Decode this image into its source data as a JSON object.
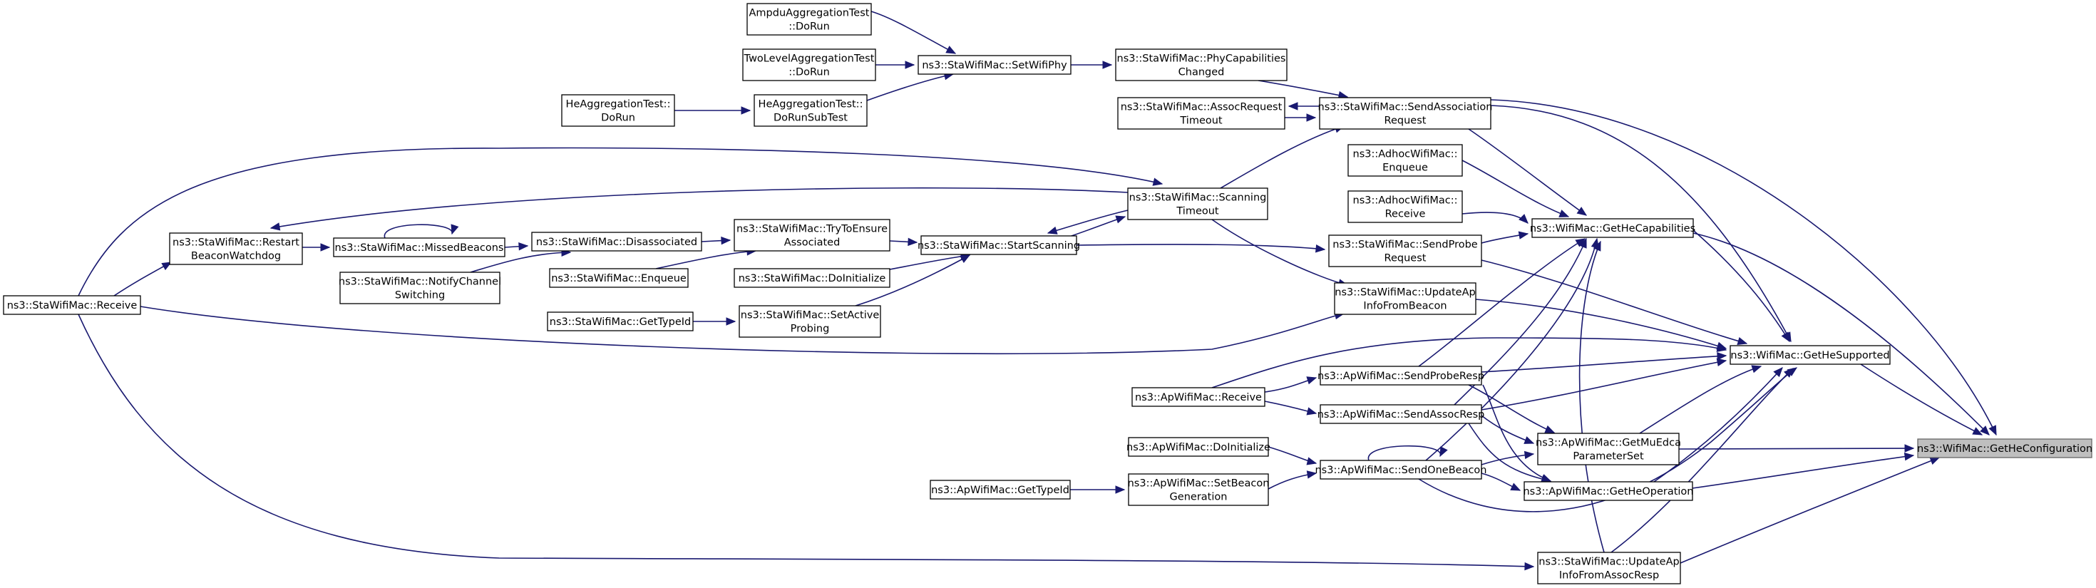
{
  "graph": {
    "edge_color": "#191970",
    "root_fill": "#bfbfbf",
    "nodes": [
      {
        "id": "ampdu",
        "lines": [
          "AmpduAggregationTest",
          "::DoRun"
        ]
      },
      {
        "id": "twolevel",
        "lines": [
          "TwoLevelAggregationTest",
          "::DoRun"
        ]
      },
      {
        "id": "heaggdorun",
        "lines": [
          "HeAggregationTest::",
          "DoRun"
        ]
      },
      {
        "id": "heaggsub",
        "lines": [
          "HeAggregationTest::",
          "DoRunSubTest"
        ]
      },
      {
        "id": "setwifiphy",
        "lines": [
          "ns3::StaWifiMac::SetWifiPhy"
        ]
      },
      {
        "id": "phycap",
        "lines": [
          "ns3::StaWifiMac::PhyCapabilities",
          "Changed"
        ]
      },
      {
        "id": "assoctimeout",
        "lines": [
          "ns3::StaWifiMac::AssocRequest",
          "Timeout"
        ]
      },
      {
        "id": "sendassocreq",
        "lines": [
          "ns3::StaWifiMac::SendAssociation",
          "Request"
        ]
      },
      {
        "id": "adhocenq",
        "lines": [
          "ns3::AdhocWifiMac::",
          "Enqueue"
        ]
      },
      {
        "id": "adhocrecv",
        "lines": [
          "ns3::AdhocWifiMac::",
          "Receive"
        ]
      },
      {
        "id": "scantimeout",
        "lines": [
          "ns3::StaWifiMac::Scanning",
          "Timeout"
        ]
      },
      {
        "id": "restartbeacon",
        "lines": [
          "ns3::StaWifiMac::Restart",
          "BeaconWatchdog"
        ]
      },
      {
        "id": "missedbeacons",
        "lines": [
          "ns3::StaWifiMac::MissedBeacons"
        ]
      },
      {
        "id": "notifychannel",
        "lines": [
          "ns3::StaWifiMac::NotifyChannel",
          "Switching"
        ]
      },
      {
        "id": "disassociated",
        "lines": [
          "ns3::StaWifiMac::Disassociated"
        ]
      },
      {
        "id": "tryensure",
        "lines": [
          "ns3::StaWifiMac::TryToEnsure",
          "Associated"
        ]
      },
      {
        "id": "staenqueue",
        "lines": [
          "ns3::StaWifiMac::Enqueue"
        ]
      },
      {
        "id": "stadoinit",
        "lines": [
          "ns3::StaWifiMac::DoInitialize"
        ]
      },
      {
        "id": "startscanning",
        "lines": [
          "ns3::StaWifiMac::StartScanning"
        ]
      },
      {
        "id": "sendprobereq",
        "lines": [
          "ns3::StaWifiMac::SendProbe",
          "Request"
        ]
      },
      {
        "id": "updatebeacon",
        "lines": [
          "ns3::StaWifiMac::UpdateAp",
          "InfoFromBeacon"
        ]
      },
      {
        "id": "stagettypeid",
        "lines": [
          "ns3::StaWifiMac::GetTypeId"
        ]
      },
      {
        "id": "setactive",
        "lines": [
          "ns3::StaWifiMac::SetActive",
          "Probing"
        ]
      },
      {
        "id": "stareceive",
        "lines": [
          "ns3::StaWifiMac::Receive"
        ]
      },
      {
        "id": "apreceive",
        "lines": [
          "ns3::ApWifiMac::Receive"
        ]
      },
      {
        "id": "sendproberesp",
        "lines": [
          "ns3::ApWifiMac::SendProbeResp"
        ]
      },
      {
        "id": "sendassocresp",
        "lines": [
          "ns3::ApWifiMac::SendAssocResp"
        ]
      },
      {
        "id": "apdoinit",
        "lines": [
          "ns3::ApWifiMac::DoInitialize"
        ]
      },
      {
        "id": "sendonebeacon",
        "lines": [
          "ns3::ApWifiMac::SendOneBeacon"
        ]
      },
      {
        "id": "setbeacongen",
        "lines": [
          "ns3::ApWifiMac::SetBeacon",
          "Generation"
        ]
      },
      {
        "id": "apgettypeid",
        "lines": [
          "ns3::ApWifiMac::GetTypeId"
        ]
      },
      {
        "id": "updateassocresp",
        "lines": [
          "ns3::StaWifiMac::UpdateAp",
          "InfoFromAssocResp"
        ]
      },
      {
        "id": "gethecap",
        "lines": [
          "ns3::WifiMac::GetHeCapabilities"
        ]
      },
      {
        "id": "getmuedca",
        "lines": [
          "ns3::ApWifiMac::GetMuEdca",
          "ParameterSet"
        ]
      },
      {
        "id": "getheop",
        "lines": [
          "ns3::ApWifiMac::GetHeOperation"
        ]
      },
      {
        "id": "gethesupported",
        "lines": [
          "ns3::WifiMac::GetHeSupported"
        ]
      },
      {
        "id": "getheconfig",
        "lines": [
          "ns3::WifiMac::GetHeConfiguration"
        ],
        "root": true
      }
    ]
  }
}
